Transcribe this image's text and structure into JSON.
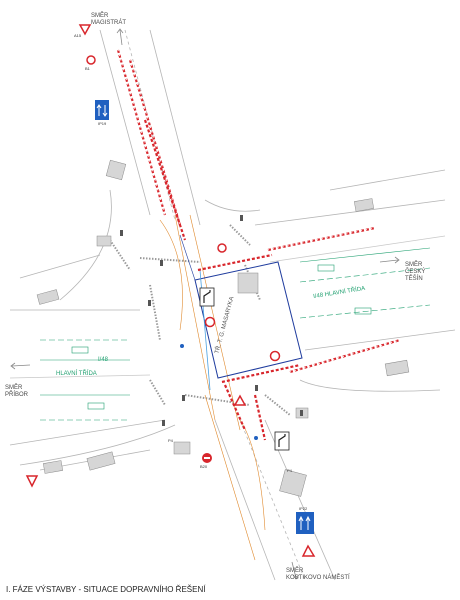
{
  "caption": "I. FÁZE VÝSTAVBY - SITUACE DOPRAVNÍHO ŘEŠENÍ",
  "directions": {
    "north": [
      "SMĚR",
      "MAGISTRÁT"
    ],
    "east": [
      "SMĚR",
      "ČESKÝ",
      "TĚŠÍN"
    ],
    "west": [
      "SMĚR",
      "PŘÍBOR"
    ],
    "south": [
      "SMĚR",
      "KOSTIKOVO NÁMĚSTÍ"
    ]
  },
  "road_labels": {
    "west_road": "HLAVNÍ TŘÍDA",
    "west_road_number": "I/48",
    "east_road": "I/48 HLAVNÍ TŘÍDA",
    "diagonal_street": "TŘ. T. G. MASARYKA"
  },
  "sign_codes": {
    "p4": "P4",
    "p4_south": "P4",
    "ip19": "IP19",
    "ip22": "IP22",
    "a15": "A15",
    "b1": "B1",
    "b20": "B20"
  },
  "colors": {
    "road_edge": "#b5b5b5",
    "barrier_red": "#d8262c",
    "work_zone_blue": "#1f3c9e",
    "marking_green": "#20a070",
    "detour_orange": "#e08a2e",
    "sign_blue": "#2060c0"
  }
}
